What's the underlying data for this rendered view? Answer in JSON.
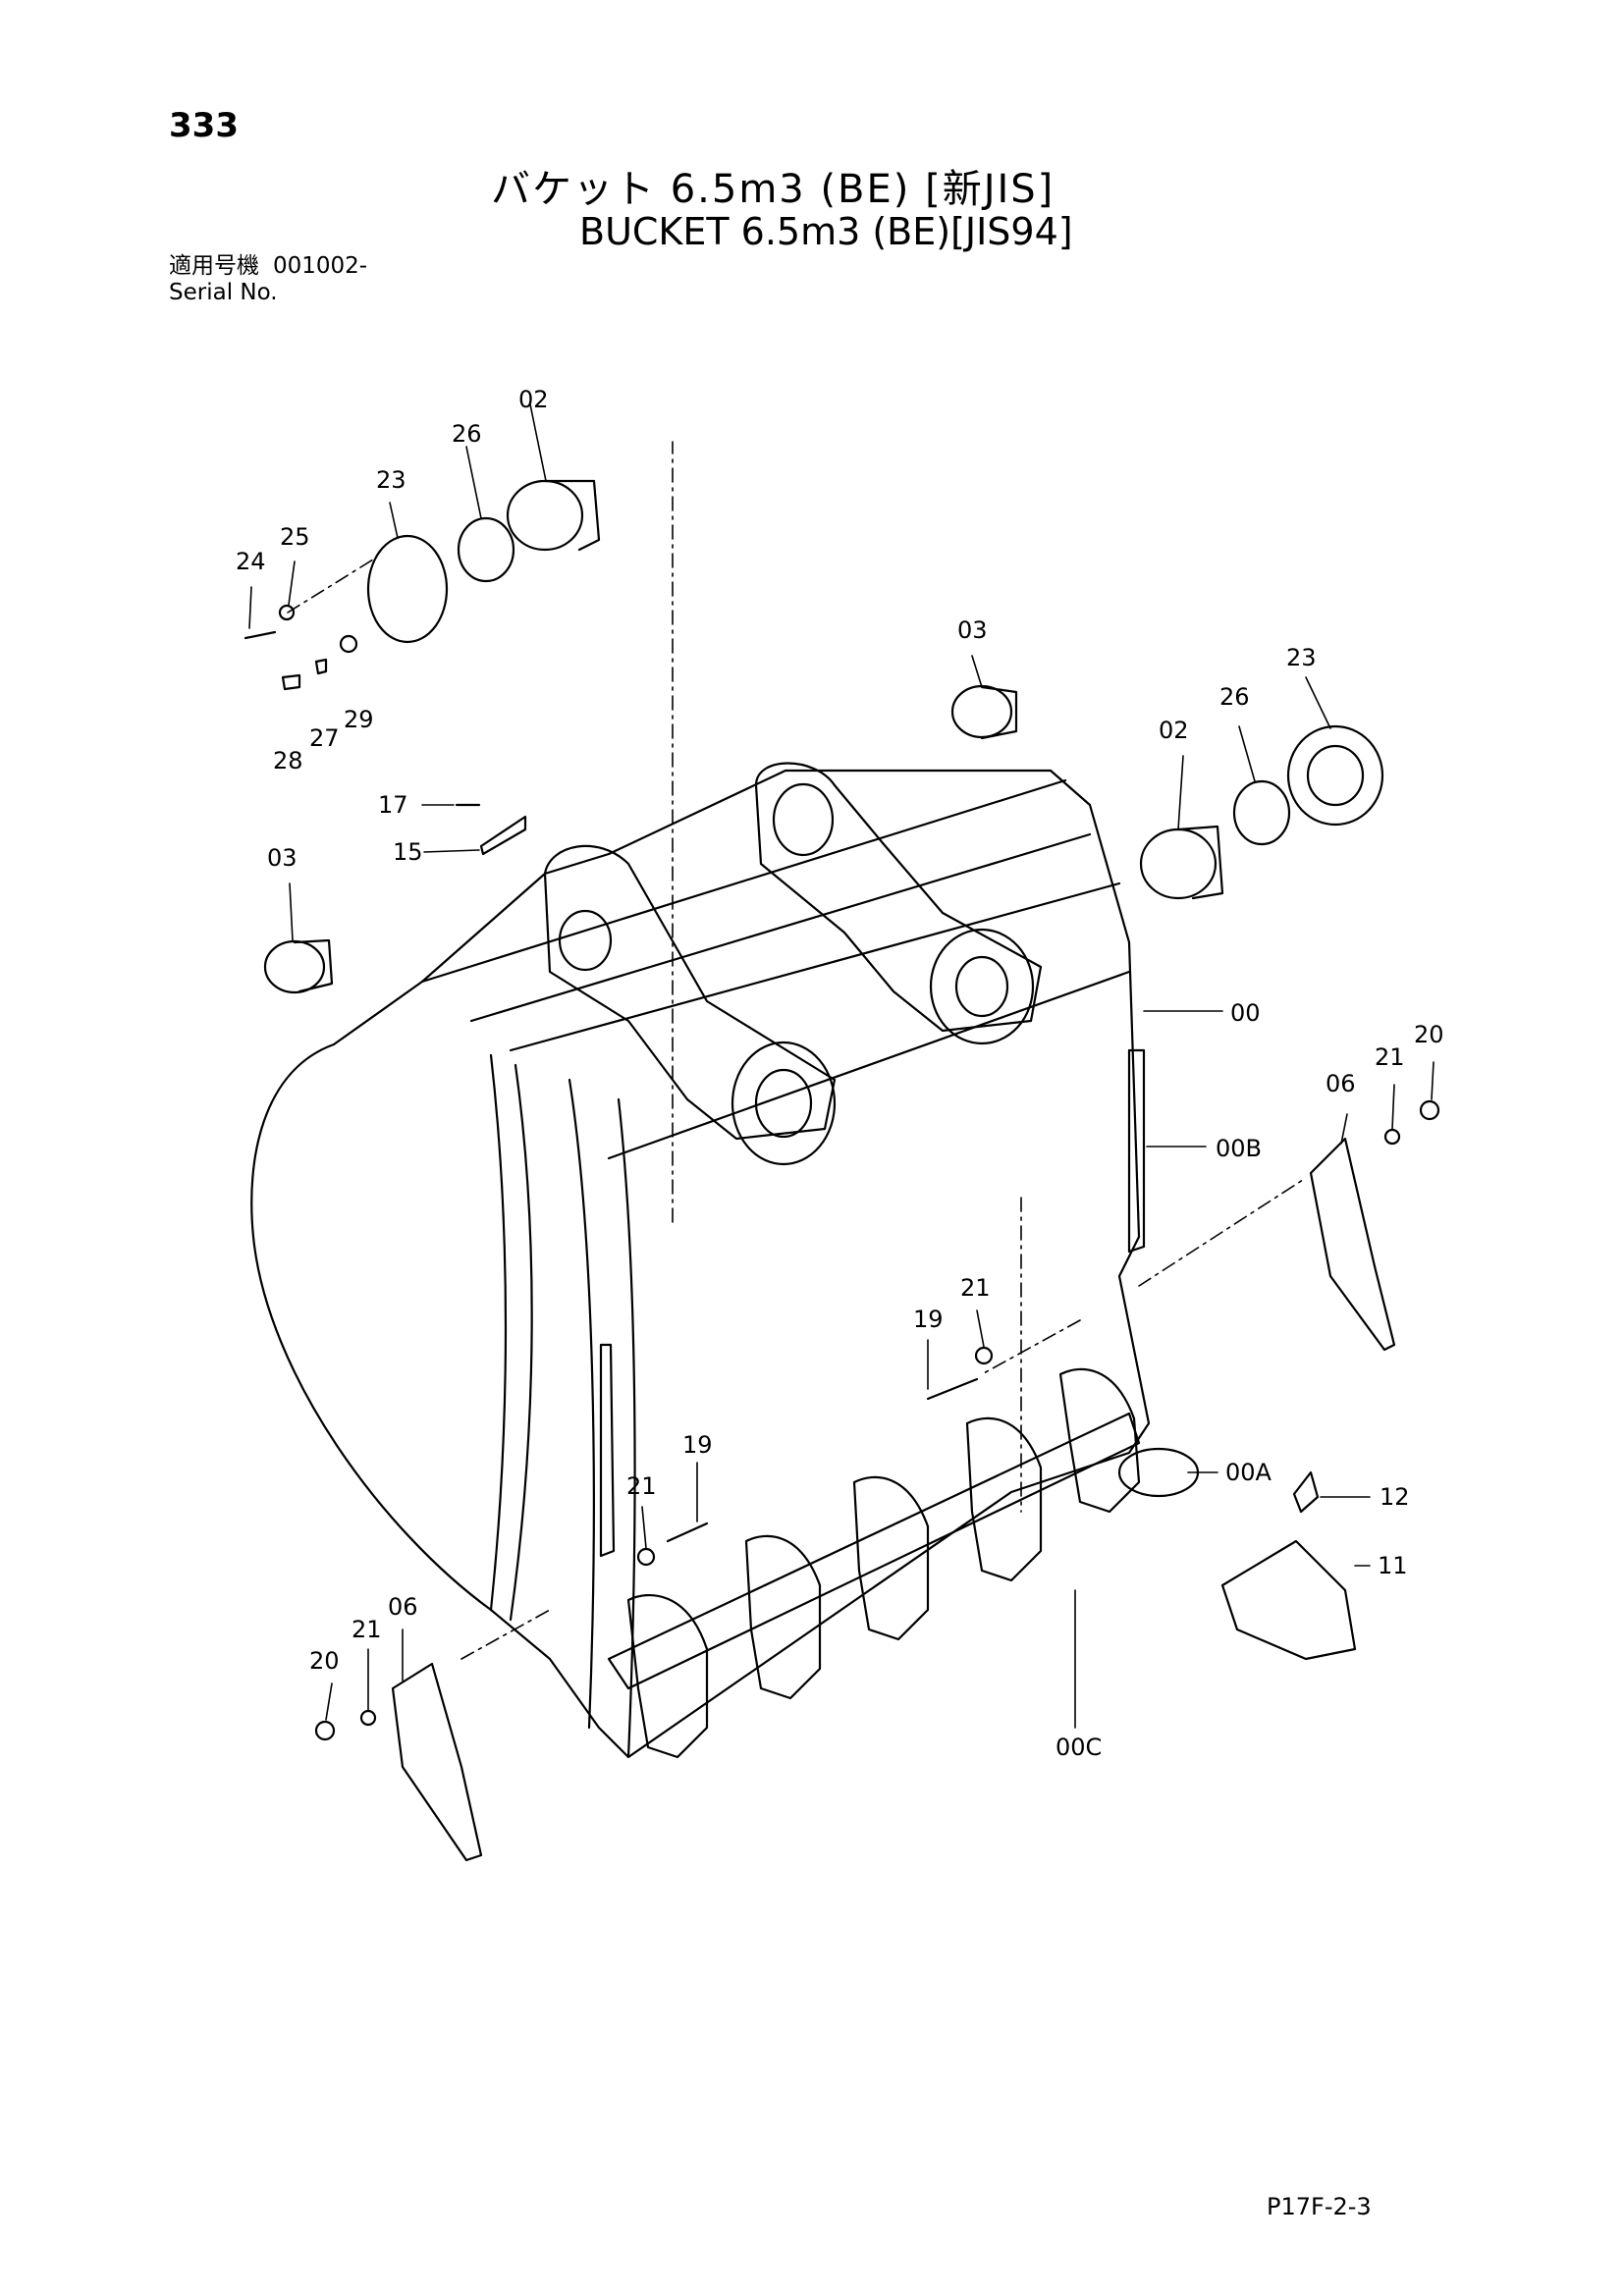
{
  "header": {
    "page_number": "333",
    "title_jp": "バケット 6.5m3 (BE) [新JIS]",
    "title_en": "BUCKET 6.5m3 (BE)[JIS94]",
    "serial_label_jp": "適用号機",
    "serial_label_en": "Serial No.",
    "serial_value": "001002-"
  },
  "footer": {
    "page_code": "P17F-2-3"
  },
  "callouts": [
    {
      "id": "c-02a",
      "text": "02"
    },
    {
      "id": "c-26a",
      "text": "26"
    },
    {
      "id": "c-23a",
      "text": "23"
    },
    {
      "id": "c-25",
      "text": "25"
    },
    {
      "id": "c-24",
      "text": "24"
    },
    {
      "id": "c-27",
      "text": "27"
    },
    {
      "id": "c-28",
      "text": "28"
    },
    {
      "id": "c-29",
      "text": "29"
    },
    {
      "id": "c-03a",
      "text": "03"
    },
    {
      "id": "c-23b",
      "text": "23"
    },
    {
      "id": "c-26b",
      "text": "26"
    },
    {
      "id": "c-02b",
      "text": "02"
    },
    {
      "id": "c-17",
      "text": "17"
    },
    {
      "id": "c-15",
      "text": "15"
    },
    {
      "id": "c-03b",
      "text": "03"
    },
    {
      "id": "c-00",
      "text": "00"
    },
    {
      "id": "c-20a",
      "text": "20"
    },
    {
      "id": "c-21a",
      "text": "21"
    },
    {
      "id": "c-06a",
      "text": "06"
    },
    {
      "id": "c-00B",
      "text": "00B"
    },
    {
      "id": "c-21b",
      "text": "21"
    },
    {
      "id": "c-19a",
      "text": "19"
    },
    {
      "id": "c-19b",
      "text": "19"
    },
    {
      "id": "c-21c",
      "text": "21"
    },
    {
      "id": "c-00A",
      "text": "00A"
    },
    {
      "id": "c-12",
      "text": "12"
    },
    {
      "id": "c-11",
      "text": "11"
    },
    {
      "id": "c-20b",
      "text": "20"
    },
    {
      "id": "c-21d",
      "text": "21"
    },
    {
      "id": "c-06b",
      "text": "06"
    },
    {
      "id": "c-00C",
      "text": "00C"
    }
  ]
}
